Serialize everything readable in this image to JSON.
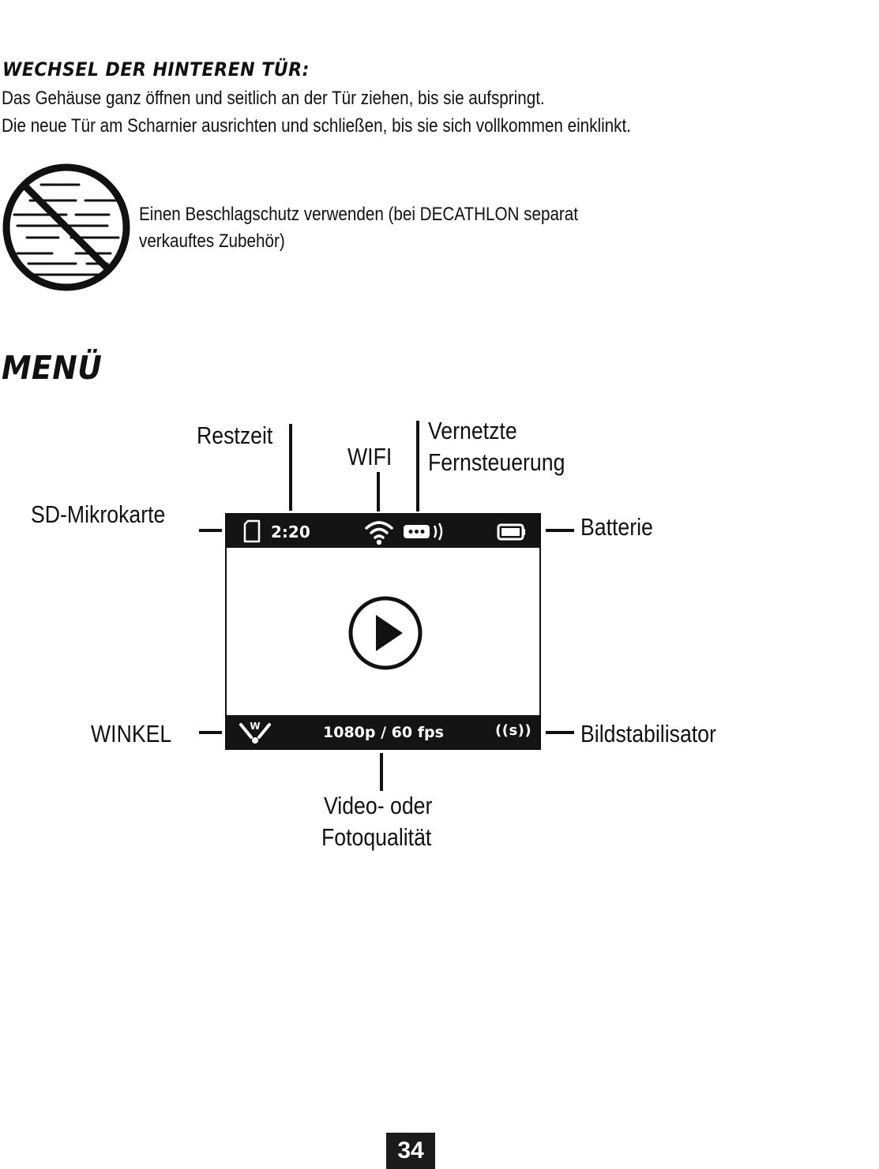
{
  "door_section": {
    "title": "WECHSEL DER HINTEREN TÜR:",
    "lines": [
      "Das Gehäuse ganz öffnen und seitlich an der Tür ziehen, bis sie aufspringt.",
      "Die neue Tür am Scharnier ausrichten und schließen, bis sie sich vollkommen einklinkt."
    ]
  },
  "antifog": {
    "icon": "no-fog-icon",
    "lines": [
      "Einen Beschlagschutz verwenden (bei DECATHLON separat",
      "verkauftes Zubehör)"
    ]
  },
  "menu": {
    "title": "MENÜ",
    "labels": {
      "restzeit": "Restzeit",
      "wifi": "WIFI",
      "remote_1": "Vernetzte",
      "remote_2": "Fernsteuerung",
      "sd_card": "SD-Mikrokarte",
      "battery": "Batterie",
      "winkel": "WINKEL",
      "stabilizer": "Bildstabilisator",
      "quality_1": "Video- oder",
      "quality_2": "Fotoqualität"
    },
    "screen": {
      "time_remaining": "2:20",
      "quality": "1080p / 60 fps",
      "angle_letter": "W",
      "stabilizer_symbol": "((s))",
      "icons": [
        "sd-card-icon",
        "wifi-icon",
        "remote-icon",
        "battery-icon",
        "play-icon",
        "wide-angle-icon",
        "stabilizer-icon"
      ]
    }
  },
  "page_number": "34"
}
